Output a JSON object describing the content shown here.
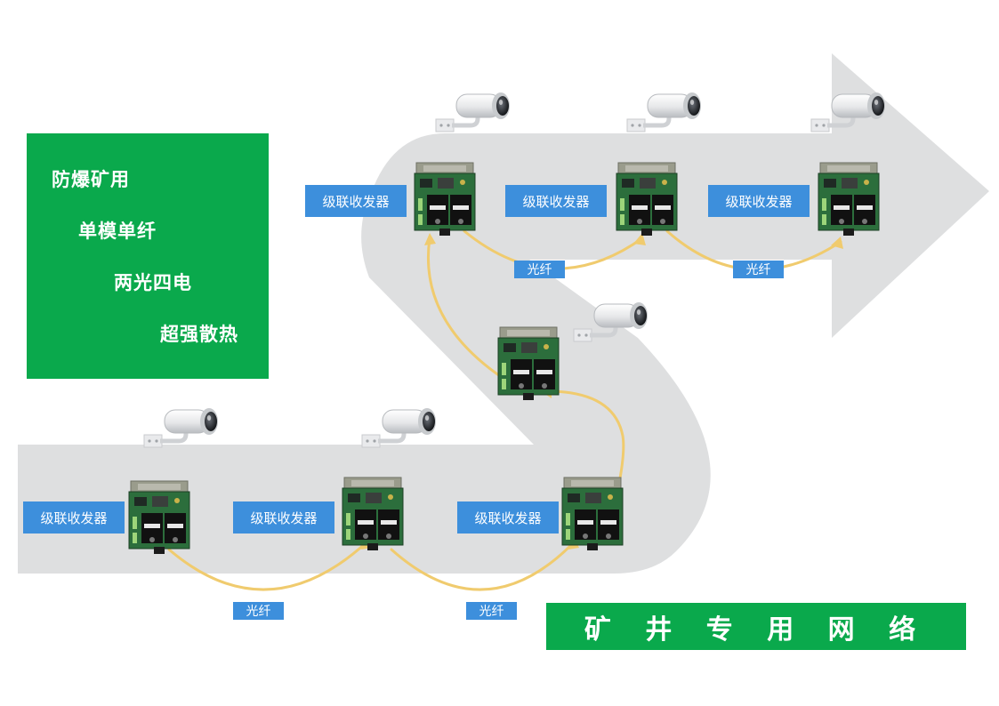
{
  "features": [
    "防爆矿用",
    "单模单纤",
    "两光四电",
    "超强散热"
  ],
  "device_label": "级联收发器",
  "fiber_label": "光纤",
  "banner_title": "矿 井 专 用 网 络",
  "colors": {
    "path": "#dedfe0",
    "fiber": "#f0cb6e",
    "panel_green": "#0aa94c",
    "label_blue": "#3d8fdc"
  },
  "icons": {
    "camera": "surveillance-camera-icon",
    "device": "transceiver-board-icon"
  }
}
